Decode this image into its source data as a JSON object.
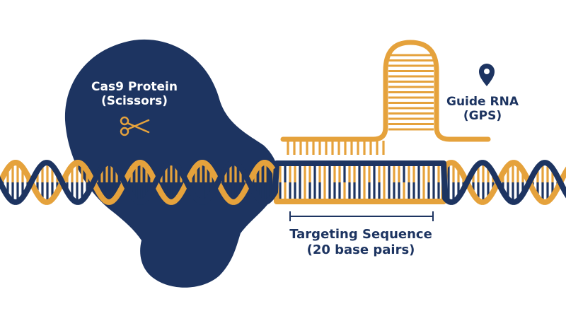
{
  "colors": {
    "navy": "#1d3461",
    "gold": "#e5a23c",
    "background": "#ffffff"
  },
  "cas9": {
    "line1": "Cas9 Protein",
    "line2": "(Scissors)",
    "icon": "scissors-icon"
  },
  "guide_rna": {
    "line1": "Guide RNA",
    "line2": "(GPS)",
    "icon": "location-pin-icon"
  },
  "target": {
    "line1": "Targeting Sequence",
    "line2": "(20 base pairs)"
  }
}
